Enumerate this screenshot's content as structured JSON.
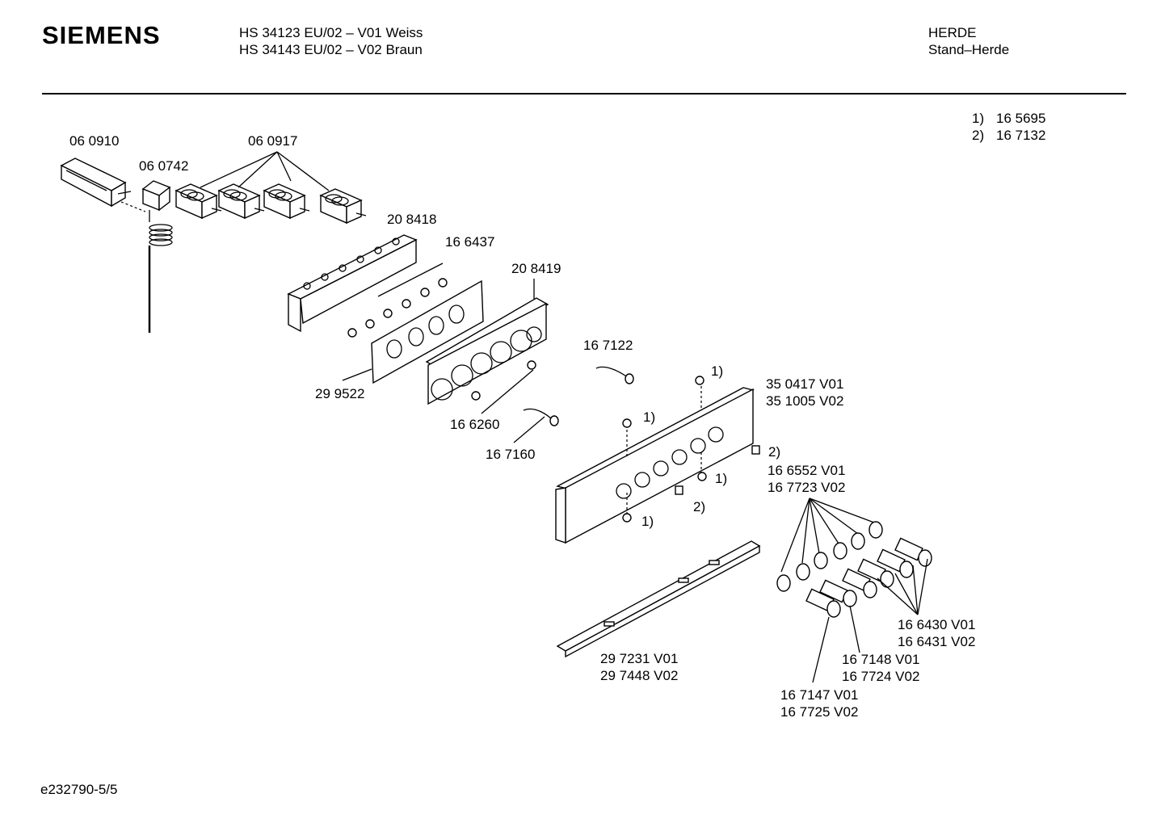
{
  "header": {
    "brand": "SIEMENS",
    "model_line_1": "HS 34123 EU/02 – V01 Weiss",
    "model_line_2": "HS 34143 EU/02 – V02 Braun",
    "category_line_1": "HERDE",
    "category_line_2": "Stand–Herde"
  },
  "notes": [
    {
      "key": "1)",
      "part": "16 5695"
    },
    {
      "key": "2)",
      "part": "16 7132"
    }
  ],
  "part_labels": {
    "p060910": "06 0910",
    "p060742": "06 0742",
    "p060917": "06 0917",
    "p208418": "20 8418",
    "p166437": "16 6437",
    "p208419": "20 8419",
    "p299522": "29 9522",
    "p167122": "16 7122",
    "p166260": "16 6260",
    "p167160": "16 7160",
    "p350417": "35 0417 V01",
    "p351005": "35 1005 V02",
    "p166552": "16 6552 V01",
    "p167723": "16 7723 V02",
    "p166430": "16 6430 V01",
    "p166431": "16 6431 V02",
    "p167148": "16 7148 V01",
    "p167724": "16 7724 V02",
    "p167147": "16 7147 V01",
    "p167725": "16 7725 V02",
    "p297231": "29 7231 V01",
    "p297448": "29 7448 V02"
  },
  "callouts": {
    "c1": "1)",
    "c2": "2)"
  },
  "footer": {
    "doc_id": "e232790-5/5"
  }
}
